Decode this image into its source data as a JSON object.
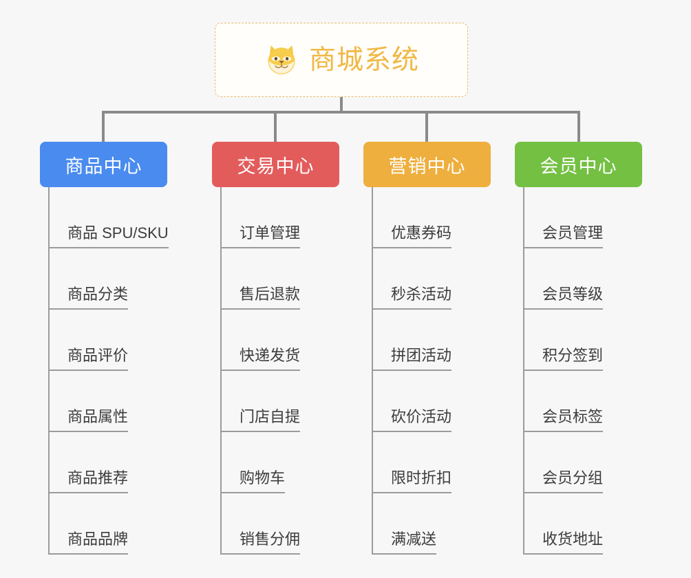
{
  "diagram": {
    "type": "mind-map",
    "background_color": "#f7f7f7",
    "root": {
      "title": "商城系统",
      "icon": "shiba-dog-face-emoji",
      "text_color": "#f0b844",
      "border_color": "#e8b96a",
      "background_color": "#fffefb"
    },
    "connector_color": "#8a8a8a",
    "leaf_line_color": "#9b9b9b",
    "branches": [
      {
        "title": "商品中心",
        "color": "#4a8bf0",
        "items": [
          "商品 SPU/SKU",
          "商品分类",
          "商品评价",
          "商品属性",
          "商品推荐",
          "商品品牌"
        ]
      },
      {
        "title": "交易中心",
        "color": "#e35c5c",
        "items": [
          "订单管理",
          "售后退款",
          "快递发货",
          "门店自提",
          "购物车",
          "销售分佣"
        ]
      },
      {
        "title": "营销中心",
        "color": "#eeaf3e",
        "items": [
          "优惠券码",
          "秒杀活动",
          "拼团活动",
          "砍价活动",
          "限时折扣",
          "满减送"
        ]
      },
      {
        "title": "会员中心",
        "color": "#74c043",
        "items": [
          "会员管理",
          "会员等级",
          "积分签到",
          "会员标签",
          "会员分组",
          "收货地址"
        ]
      }
    ]
  }
}
